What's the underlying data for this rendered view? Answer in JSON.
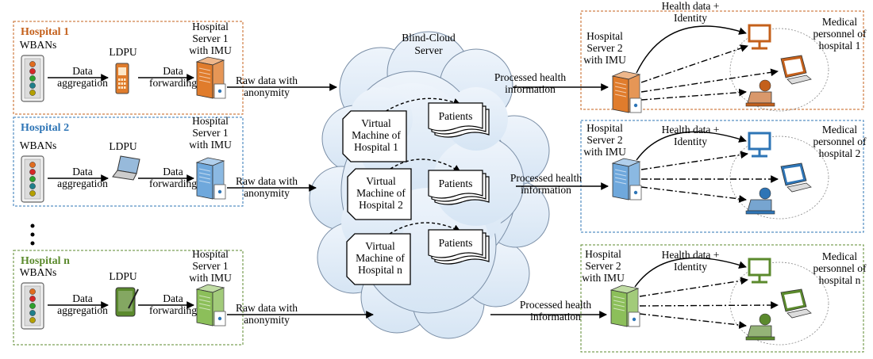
{
  "cloud": {
    "title_line1": "Blind-Cloud",
    "title_line2": "Server"
  },
  "rows": [
    {
      "hospital_label": "Hospital 1",
      "color": "#c4601b",
      "wbans": "WBANs",
      "edge_aggregation": [
        "Data",
        "aggregation"
      ],
      "ldpu": "LDPU",
      "edge_forwarding": [
        "Data",
        "forwarding"
      ],
      "server1": [
        "Hospital",
        "Server 1",
        "with IMU"
      ],
      "edge_raw": [
        "Raw data with",
        "anonymity"
      ],
      "vm": [
        "Virtual",
        "Machine of",
        "Hospital 1"
      ],
      "patients": "Patients",
      "edge_processed": [
        "Processed health",
        "information"
      ],
      "server2": [
        "Hospital",
        "Server 2",
        "with IMU"
      ],
      "edge_health": [
        "Health data +",
        "Identity"
      ],
      "medical": [
        "Medical",
        "personnel of",
        "hospital 1"
      ]
    },
    {
      "hospital_label": "Hospital 2",
      "color": "#2e75b6",
      "wbans": "WBANs",
      "edge_aggregation": [
        "Data",
        "aggregation"
      ],
      "ldpu": "LDPU",
      "edge_forwarding": [
        "Data",
        "forwarding"
      ],
      "server1": [
        "Hospital",
        "Server 1",
        "with IMU"
      ],
      "edge_raw": [
        "Raw data with",
        "anonymity"
      ],
      "vm": [
        "Virtual",
        "Machine of",
        "Hospital 2"
      ],
      "patients": "Patients",
      "edge_processed": [
        "Processed health",
        "information"
      ],
      "server2": [
        "Hospital",
        "Server 2",
        "with IMU"
      ],
      "edge_health": [
        "Health data +",
        "Identity"
      ],
      "medical": [
        "Medical",
        "personnel of",
        "hospital 2"
      ]
    },
    {
      "hospital_label": "Hospital n",
      "color": "#5b8a2d",
      "wbans": "WBANs",
      "edge_aggregation": [
        "Data",
        "aggregation"
      ],
      "ldpu": "LDPU",
      "edge_forwarding": [
        "Data",
        "forwarding"
      ],
      "server1": [
        "Hospital",
        "Server 1",
        "with IMU"
      ],
      "edge_raw": [
        "Raw data with",
        "anonymity"
      ],
      "vm": [
        "Virtual",
        "Machine of",
        "Hospital n"
      ],
      "patients": "Patients",
      "edge_processed": [
        "Processed health",
        "information"
      ],
      "server2": [
        "Hospital",
        "Server 2",
        "with IMU"
      ],
      "edge_health": [
        "Health data +",
        "Identity"
      ],
      "medical": [
        "Medical",
        "personnel of",
        "hospital n"
      ]
    }
  ],
  "wban_led_colors": [
    "#e06c1f",
    "#d62728",
    "#2ca02c",
    "#1f7f8a",
    "#b4a000"
  ]
}
